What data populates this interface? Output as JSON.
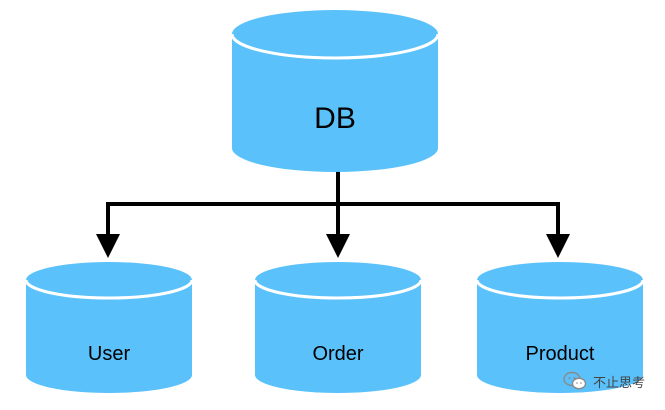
{
  "databases": {
    "main": {
      "label": "DB"
    },
    "children": [
      {
        "label": "User"
      },
      {
        "label": "Order"
      },
      {
        "label": "Product"
      }
    ]
  },
  "watermark": {
    "text": "不止思考",
    "icon": "wechat-icon"
  },
  "colors": {
    "cylinder_fill": "#5ac1fb",
    "cylinder_stroke": "#ffffff",
    "connector": "#000000"
  }
}
